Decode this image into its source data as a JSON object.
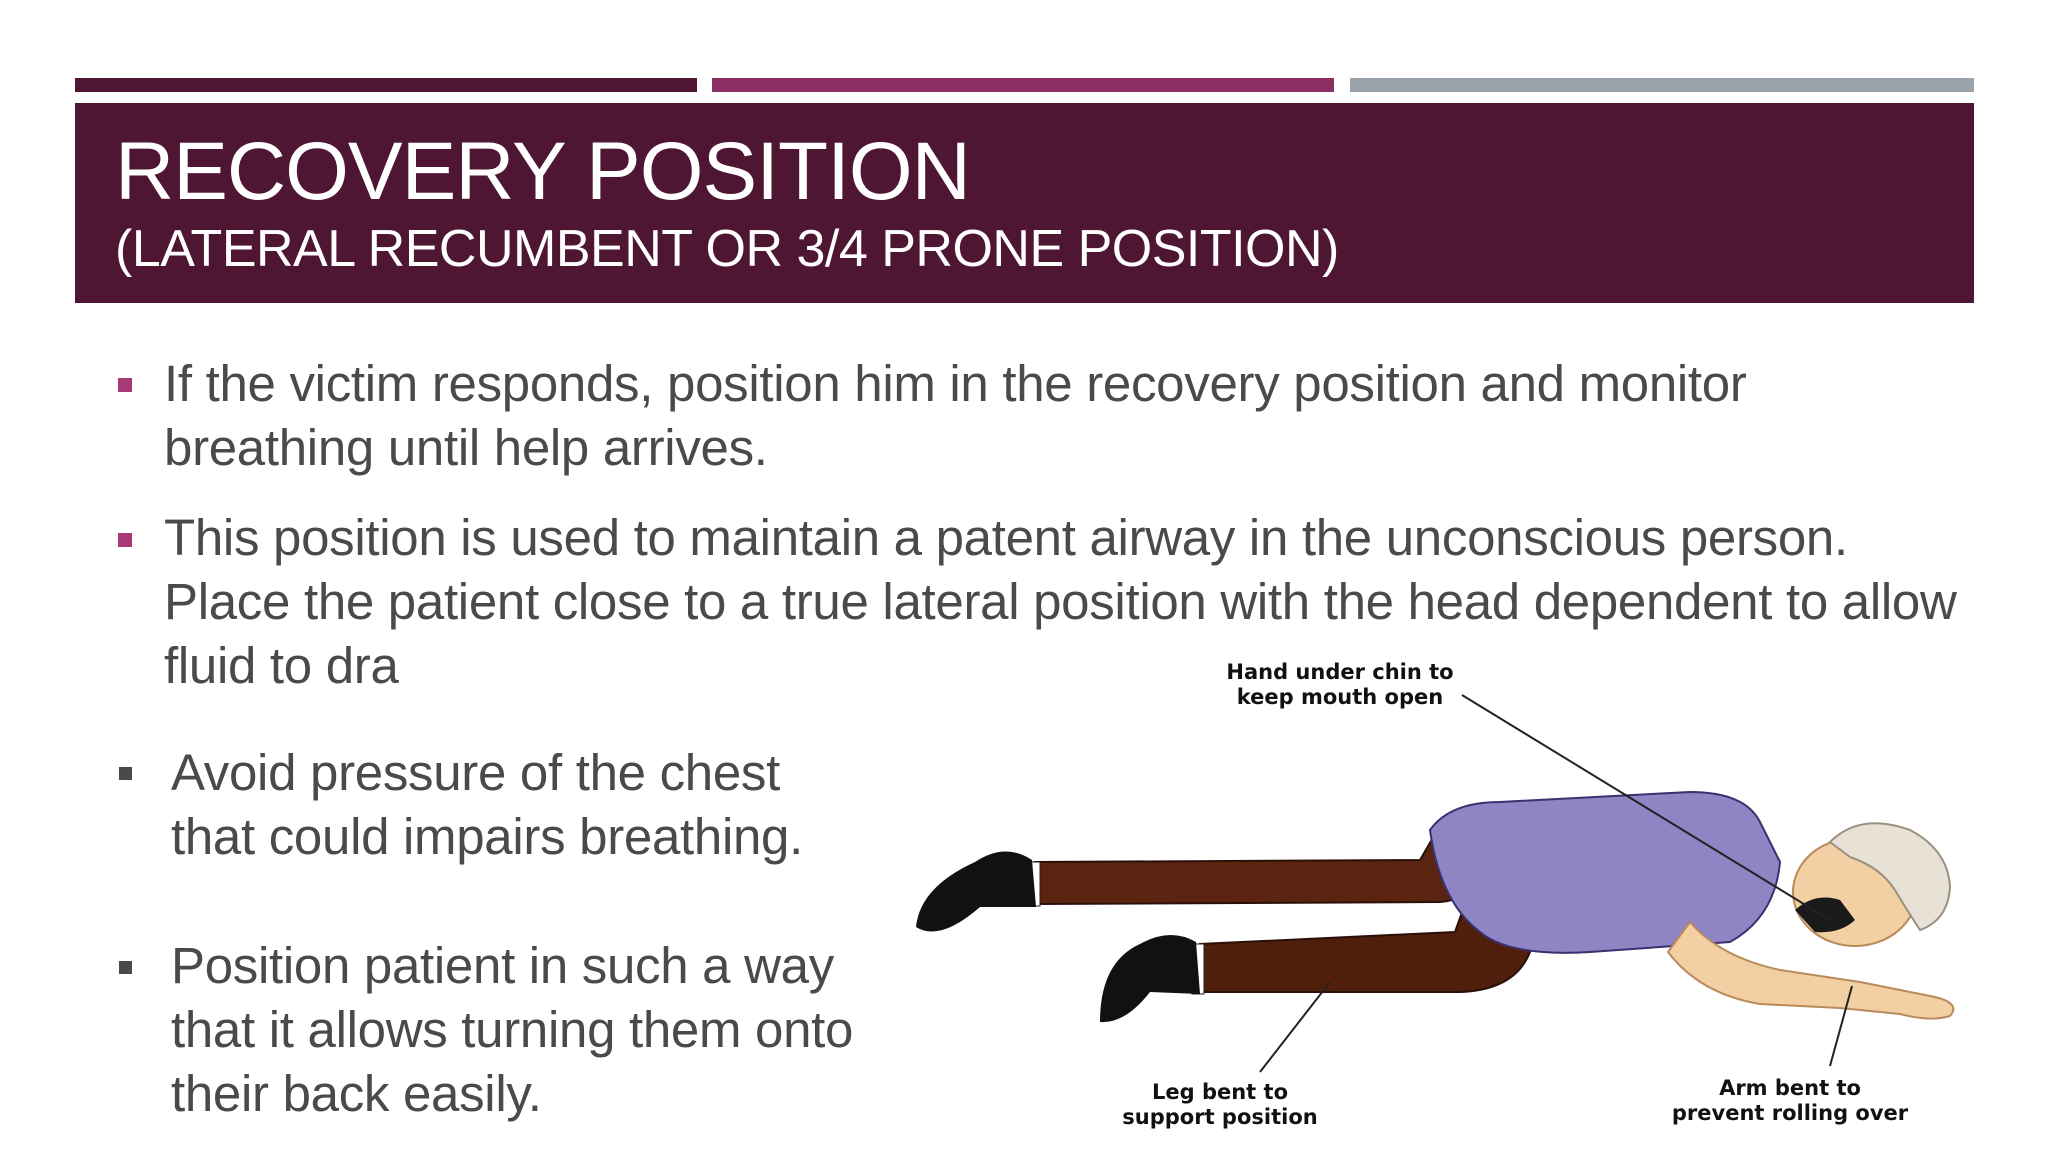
{
  "slide": {
    "title": "RECOVERY POSITION",
    "subtitle": "(LATERAL RECUMBENT OR 3/4 PRONE POSITION)",
    "bullets": [
      "If the victim responds, position him in the recovery position and monitor breathing until help arrives.",
      "This position is used to maintain a patent airway in the unconscious person. Place the patient close to a true lateral position with the head dependent to allow fluid to dra",
      "Avoid pressure of the chest that could impairs breathing.",
      "Position patient in such a way that it allows turning them onto their back easily."
    ],
    "figure": {
      "label_hand_1": "Hand under chin to",
      "label_hand_2": "keep mouth open",
      "label_leg_1": "Leg bent to",
      "label_leg_2": "support position",
      "label_arm_1": "Arm bent to",
      "label_arm_2": "prevent rolling over"
    }
  },
  "colors": {
    "accent_dark": "#4e1633",
    "accent_mid": "#8b2f62",
    "accent_gray": "#9aa3ab",
    "shirt": "#8f84c4",
    "pants": "#5a2410"
  }
}
